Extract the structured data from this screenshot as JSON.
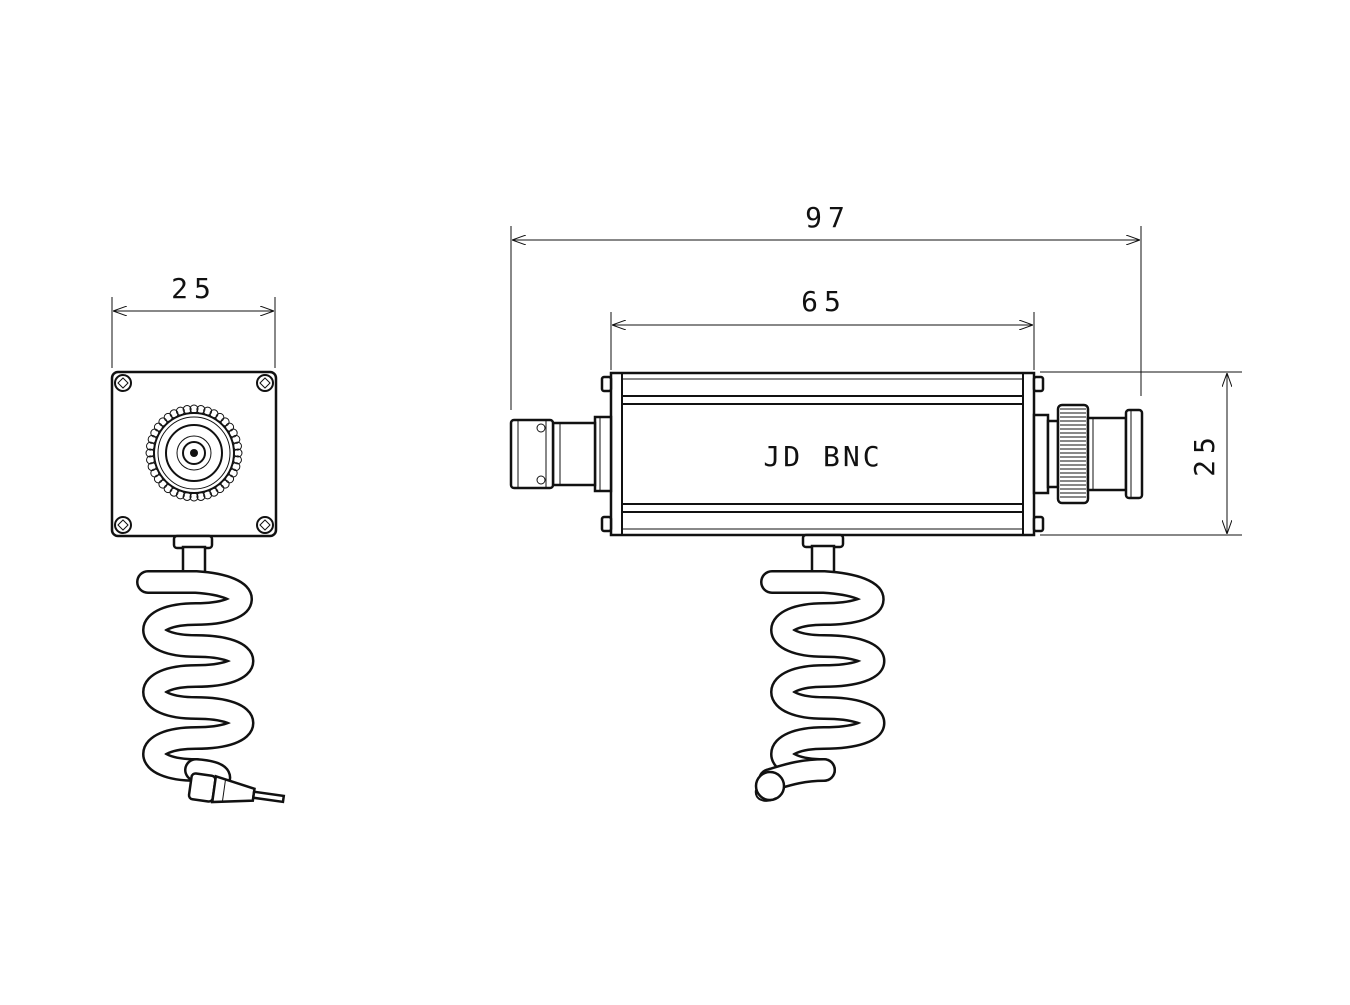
{
  "front_view": {
    "width_dim": "25"
  },
  "side_view": {
    "overall_length_dim": "97",
    "body_length_dim": "65",
    "height_dim": "25",
    "body_label": "JD BNC"
  },
  "colors": {
    "line": "#111111",
    "background": "#ffffff"
  }
}
